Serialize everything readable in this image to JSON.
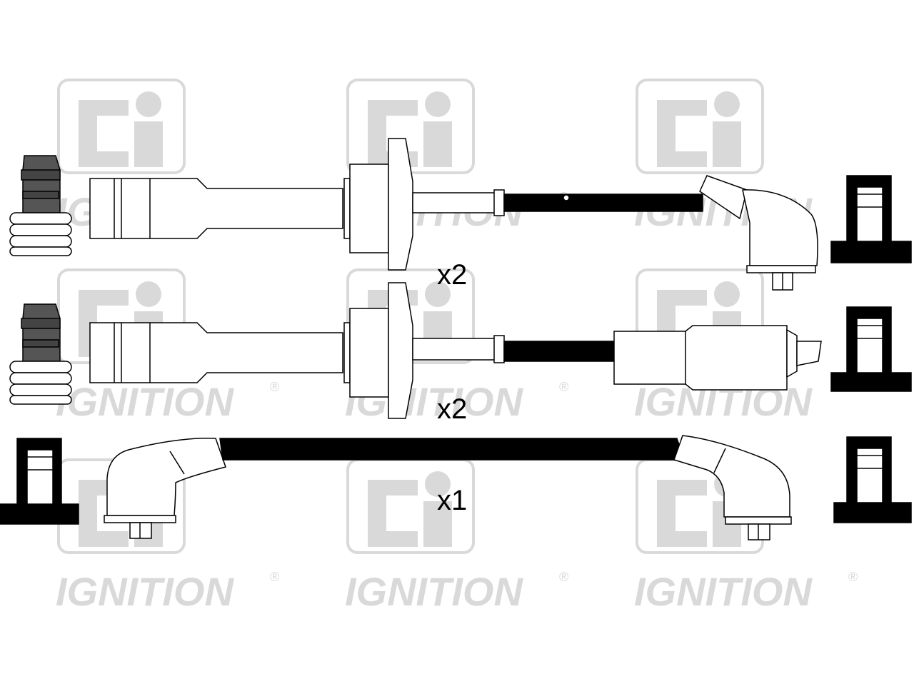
{
  "watermark": {
    "logo_text": "CI",
    "word": "IGNITION",
    "registered": "®",
    "color": "#d9d9d9"
  },
  "leads": [
    {
      "quantity_label": "x2"
    },
    {
      "quantity_label": "x2"
    },
    {
      "quantity_label": "x1"
    }
  ],
  "colors": {
    "ink": "#000000",
    "boot_fill": "#ffffff",
    "cap_fill": "#555555"
  }
}
